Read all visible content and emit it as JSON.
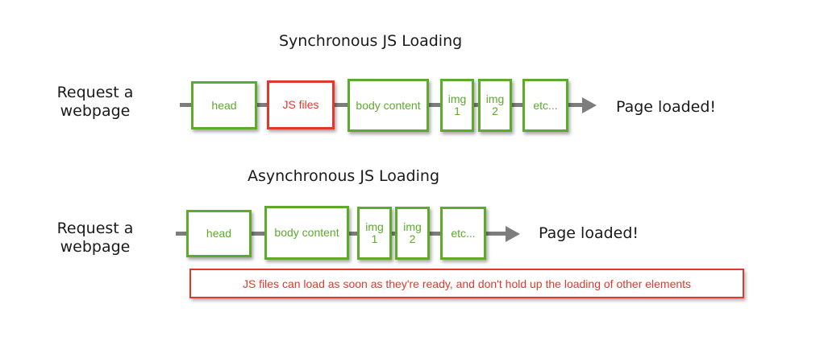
{
  "sync": {
    "title": "Synchronous JS Loading",
    "request": "Request a webpage",
    "boxes": [
      "head",
      "JS files",
      "body content",
      "img\n1",
      "img\n2",
      "etc..."
    ],
    "loaded": "Page loaded!"
  },
  "async": {
    "title": "Asynchronous JS Loading",
    "request": "Request a webpage",
    "boxes": [
      "head",
      "body content",
      "img\n1",
      "img\n2",
      "etc..."
    ],
    "loaded": "Page loaded!",
    "note": "JS files can load as soon as they're ready, and don't hold up the loading of other elements"
  },
  "colors": {
    "box_border": "#5daa2c",
    "js_box_border": "#e0392b",
    "connector": "#7d7d7d"
  }
}
